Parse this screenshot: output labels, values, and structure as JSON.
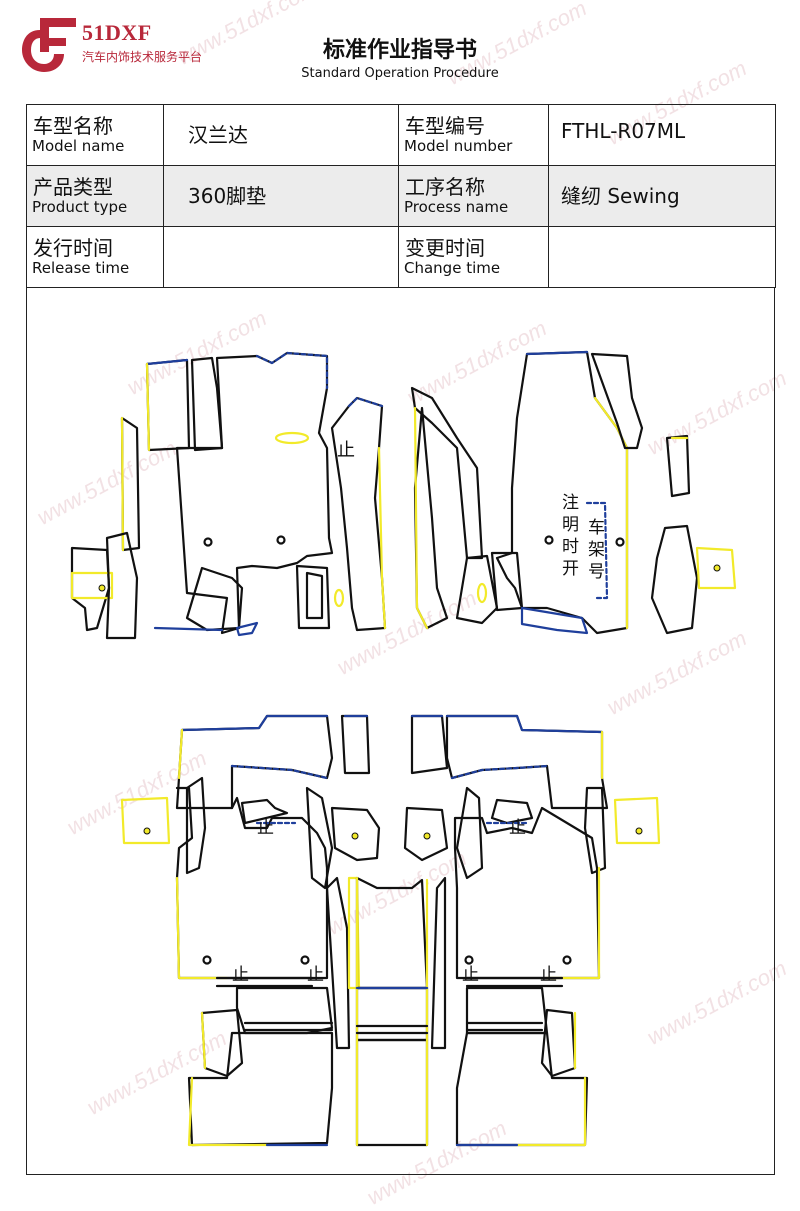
{
  "header": {
    "logo_brand": "51DXF",
    "logo_subtitle": "汽车内饰技术服务平台",
    "title_cn": "标准作业指导书",
    "title_en": "Standard Operation Procedure"
  },
  "info_table": {
    "model_name_label_cn": "车型名称",
    "model_name_label_en": "Model name",
    "model_name_value": "汉兰达",
    "model_number_label_cn": "车型编号",
    "model_number_label_en": "Model number",
    "model_number_value": "FTHL-R07ML",
    "product_type_label_cn": "产品类型",
    "product_type_label_en": "Product type",
    "product_type_value": "360脚垫",
    "process_name_label_cn": "工序名称",
    "process_name_label_en": "Process name",
    "process_name_value": "缝纫 Sewing",
    "release_time_label_cn": "发行时间",
    "release_time_label_en": "Release time",
    "release_time_value": "",
    "change_time_label_cn": "变更时间",
    "change_time_label_en": "Change time",
    "change_time_value": ""
  },
  "drawing": {
    "note_left": "注明时开",
    "note_right": "车架号",
    "stop_mark": "止"
  },
  "watermark": "www.51dxf.com",
  "colors": {
    "brand_red": "#b8283a",
    "edge_blue": "#1f3f9c",
    "edge_yellow": "#f2ea2a",
    "outline": "#111111"
  }
}
